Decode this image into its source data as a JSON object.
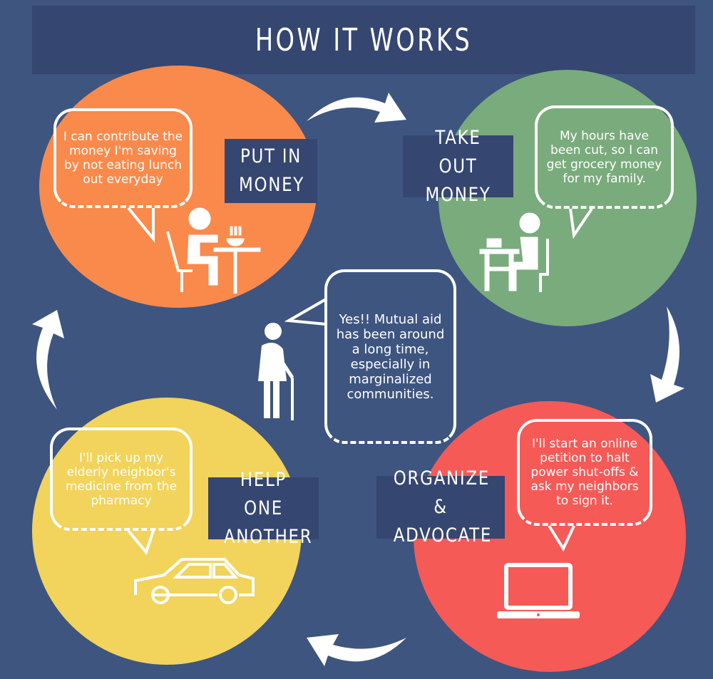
{
  "title": "HOW IT WORKS",
  "steps": [
    {
      "label_line1": "PUT IN",
      "label_line2": "MONEY",
      "quote": "I can contribute the money I'm saving by not eating lunch out everyday",
      "color": "#f98a4c",
      "icon": "person-eating-icon"
    },
    {
      "label_line1": "TAKE OUT",
      "label_line2": "MONEY",
      "quote": "My hours have been cut, so I can get grocery money for my family.",
      "color": "#7aab7c",
      "icon": "person-at-desk-icon"
    },
    {
      "label_line1": "ORGANIZE &",
      "label_line2": "ADVOCATE",
      "quote": "I'll start an online petition to halt power shut-offs & ask my neighbors to sign it.",
      "color": "#f55a57",
      "icon": "laptop-icon"
    },
    {
      "label_line1": "HELP ONE",
      "label_line2": "ANOTHER",
      "quote": "I'll pick up my elderly neighbor's medicine from the pharmacy",
      "color": "#f2d35b",
      "icon": "car-icon"
    }
  ],
  "center": {
    "quote": "Yes!! Mutual aid has been around a long time, especially in marginalized communities.",
    "icon": "elderly-person-icon"
  }
}
